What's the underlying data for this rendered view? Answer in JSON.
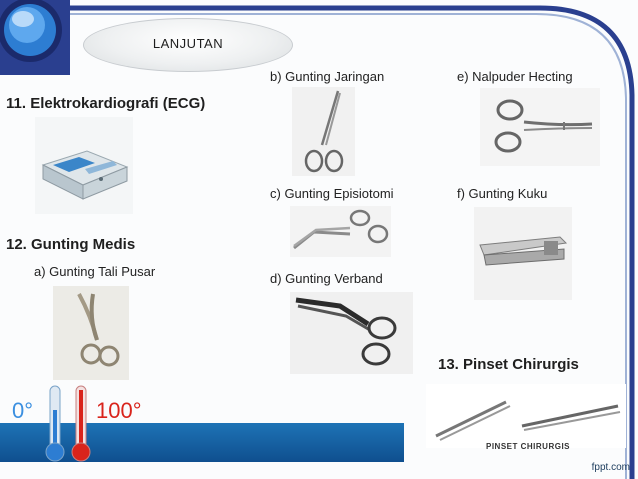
{
  "badge": {
    "label": "LANJUTAN"
  },
  "sections": {
    "ecg": {
      "heading": "11. Elektrokardiografi (ECG)"
    },
    "gunting_medis": {
      "heading": "12. Gunting Medis"
    },
    "pinset": {
      "heading": "13. Pinset Chirurgis",
      "image_caption": "PINSET CHIRURGIS"
    }
  },
  "items": {
    "a": "a) Gunting Tali Pusar",
    "b": "b) Gunting  Jaringan",
    "c": "c) Gunting Episiotomi",
    "d": "d) Gunting Verband",
    "e": "e) Nalpuder Hecting",
    "f": "f) Gunting Kuku"
  },
  "thermometer": {
    "left_label": "0°",
    "right_label": "100°"
  },
  "footer": {
    "text": "fppt.com"
  },
  "colors": {
    "frame_blue": "#2a3f8f",
    "accent_blue": "#1e73b6",
    "temp_red": "#d9241c"
  }
}
